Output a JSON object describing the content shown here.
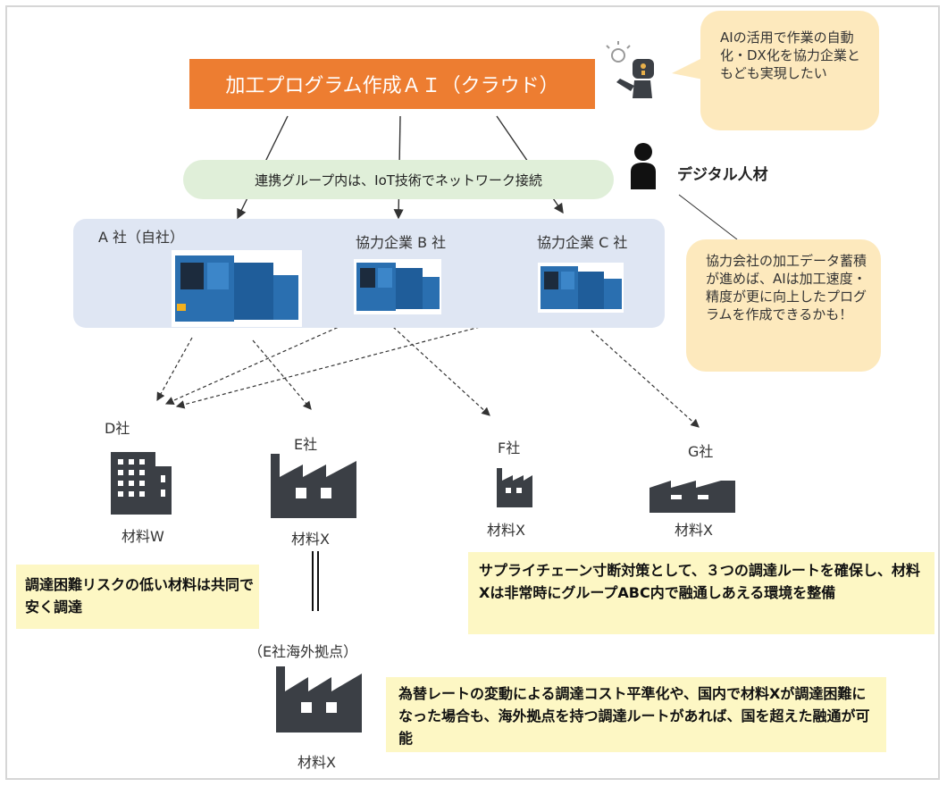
{
  "ai_box": {
    "label": "加工プログラム作成ＡＩ（クラウド）"
  },
  "ai_bubble": {
    "text": "AIの活用で作業の自動化・DX化を協力企業ともども実現したい"
  },
  "network_banner": {
    "label": "連携グループ内は、IoT技術でネットワーク接続"
  },
  "digital_talent": {
    "label": "デジタル人材"
  },
  "data_bubble": {
    "text": "協力会社の加工データ蓄積が進めば、AIは加工速度・精度が更に向上したプログラムを作成できるかも！"
  },
  "companies": {
    "a": "A 社（自社）",
    "b": "協力企業 B 社",
    "c": "協力企業 C 社"
  },
  "suppliers": {
    "d": {
      "name": "D社",
      "material": "材料W"
    },
    "e": {
      "name": "E社",
      "material": "材料X"
    },
    "f": {
      "name": "F社",
      "material": "材料X"
    },
    "g": {
      "name": "G社",
      "material": "材料X"
    },
    "e_overseas": {
      "name": "（E社海外拠点）",
      "material": "材料X"
    }
  },
  "notes": {
    "low_risk": "調達困難リスクの低い材料は共同で安く調達",
    "supply_chain": "サプライチェーン寸断対策として、３つの調達ルートを確保し、材料Xは非常時にグループABC内で融通しあえる環境を整備",
    "exchange": "為替レートの変動による調達コスト平準化や、国内で材料Xが調達困難になった場合も、海外拠点を持つ調達ルートがあれば、国を超えた融通が可能"
  },
  "colors": {
    "ai_orange": "#ed7d31",
    "bubble_peach": "#fde9bd",
    "network_green": "#e0efd9",
    "panel_blue": "#dfe6f3",
    "note_yellow": "#fdf7c4",
    "icon_dark": "#3b3f45"
  },
  "icons": {
    "robot": "robot-thinking-icon",
    "person": "person-icon",
    "machine": "cnc-machine-icon",
    "building": "office-building-icon",
    "factory": "factory-icon"
  }
}
